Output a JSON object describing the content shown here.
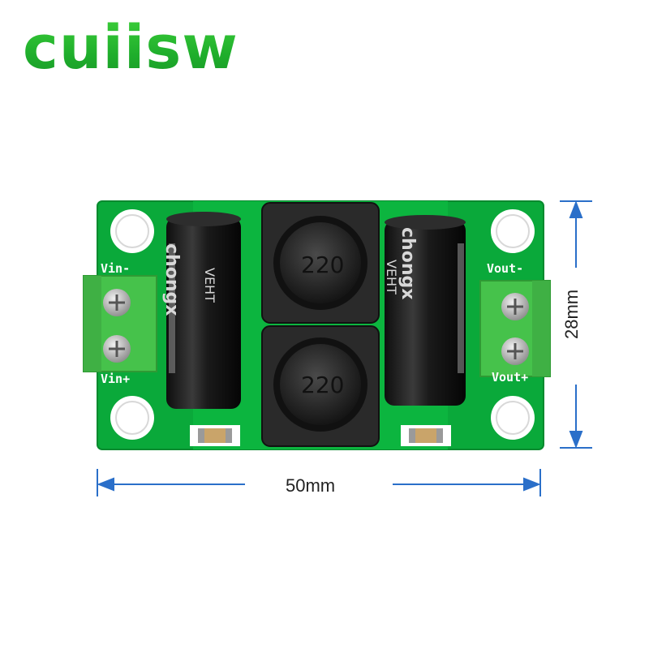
{
  "brand": {
    "text": "cuiisw"
  },
  "dimensions": {
    "width_label": "50mm",
    "height_label": "28mm"
  },
  "board": {
    "silk_vin_minus": "Vin-",
    "silk_vin_plus": "Vin+",
    "silk_vout_minus": "Vout-",
    "silk_vout_plus": "Vout+",
    "inductor_top_marking": "220",
    "inductor_bottom_marking": "220",
    "capacitor_left_brand": "chongx",
    "capacitor_right_brand": "chongx",
    "capacitor_series": "VEHT"
  },
  "colors": {
    "pcb": "#0aa93a",
    "pcb_dark": "#078a2e",
    "terminal": "#46c24b",
    "capacitor": "#1c1c1c",
    "inductor": "#2a2a2a",
    "accent_arrow": "#2a6fc9"
  }
}
